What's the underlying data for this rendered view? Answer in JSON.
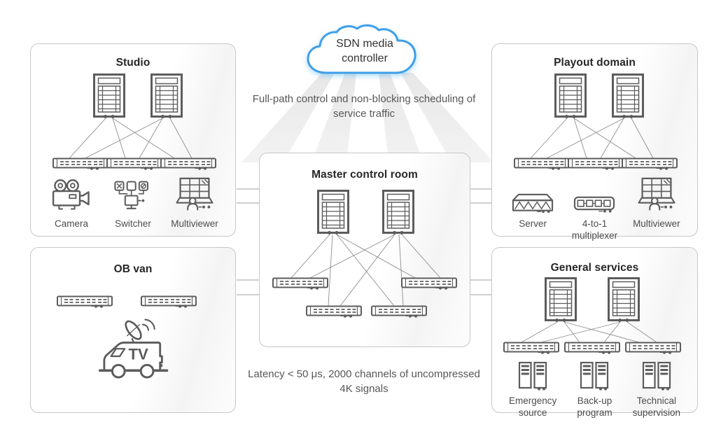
{
  "cloud": {
    "label": "SDN media controller"
  },
  "captions": {
    "control": "Full-path control and non-blocking scheduling of service traffic",
    "latency": "Latency < 50 μs, 2000 channels of uncompressed 4K signals"
  },
  "panels": {
    "studio": {
      "title": "Studio",
      "devices": [
        {
          "label": "Camera",
          "icon": "camera-icon"
        },
        {
          "label": "Switcher",
          "icon": "switcher-icon"
        },
        {
          "label": "Multiviewer",
          "icon": "multiviewer-icon"
        }
      ]
    },
    "ob_van": {
      "title": "OB van",
      "icon": "tv-van-icon"
    },
    "master": {
      "title": "Master control room"
    },
    "playout": {
      "title": "Playout domain",
      "devices": [
        {
          "label": "Server",
          "icon": "server-icon"
        },
        {
          "label": "4-to-1 multiplexer",
          "icon": "multiplexer-icon"
        },
        {
          "label": "Multiviewer",
          "icon": "multiviewer-icon"
        }
      ]
    },
    "general": {
      "title": "General services",
      "devices": [
        {
          "label": "Emergency source",
          "icon": "equipment-rack-icon"
        },
        {
          "label": "Back-up program",
          "icon": "equipment-rack-icon"
        },
        {
          "label": "Technical supervision",
          "icon": "equipment-rack-icon"
        }
      ]
    }
  },
  "icons": {
    "cloud": "cloud-icon",
    "core": "core-switch-icon",
    "switch": "edge-switch-icon"
  },
  "colors": {
    "cloud_stroke": "#3f9fe8",
    "device_stroke": "#5c5c5c",
    "panel_border": "#c7c7c7",
    "connector_line": "#cfcfcf",
    "title_text": "#262626",
    "caption_text": "#575757",
    "ray_fill": "#ebebeb"
  }
}
